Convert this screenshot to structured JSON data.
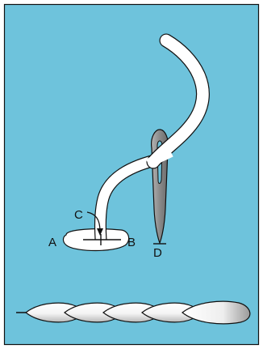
{
  "diagram": {
    "background_color": "#6ec3dc",
    "border_color": "#111111",
    "thread_color": "#ffffff",
    "needle_color": "#8a8a8a",
    "labels": {
      "a": "A",
      "b": "B",
      "c": "C",
      "d": "D"
    },
    "elements": [
      "thread",
      "needle",
      "stitch-loop",
      "lazy-daisy-stitch-row"
    ]
  }
}
